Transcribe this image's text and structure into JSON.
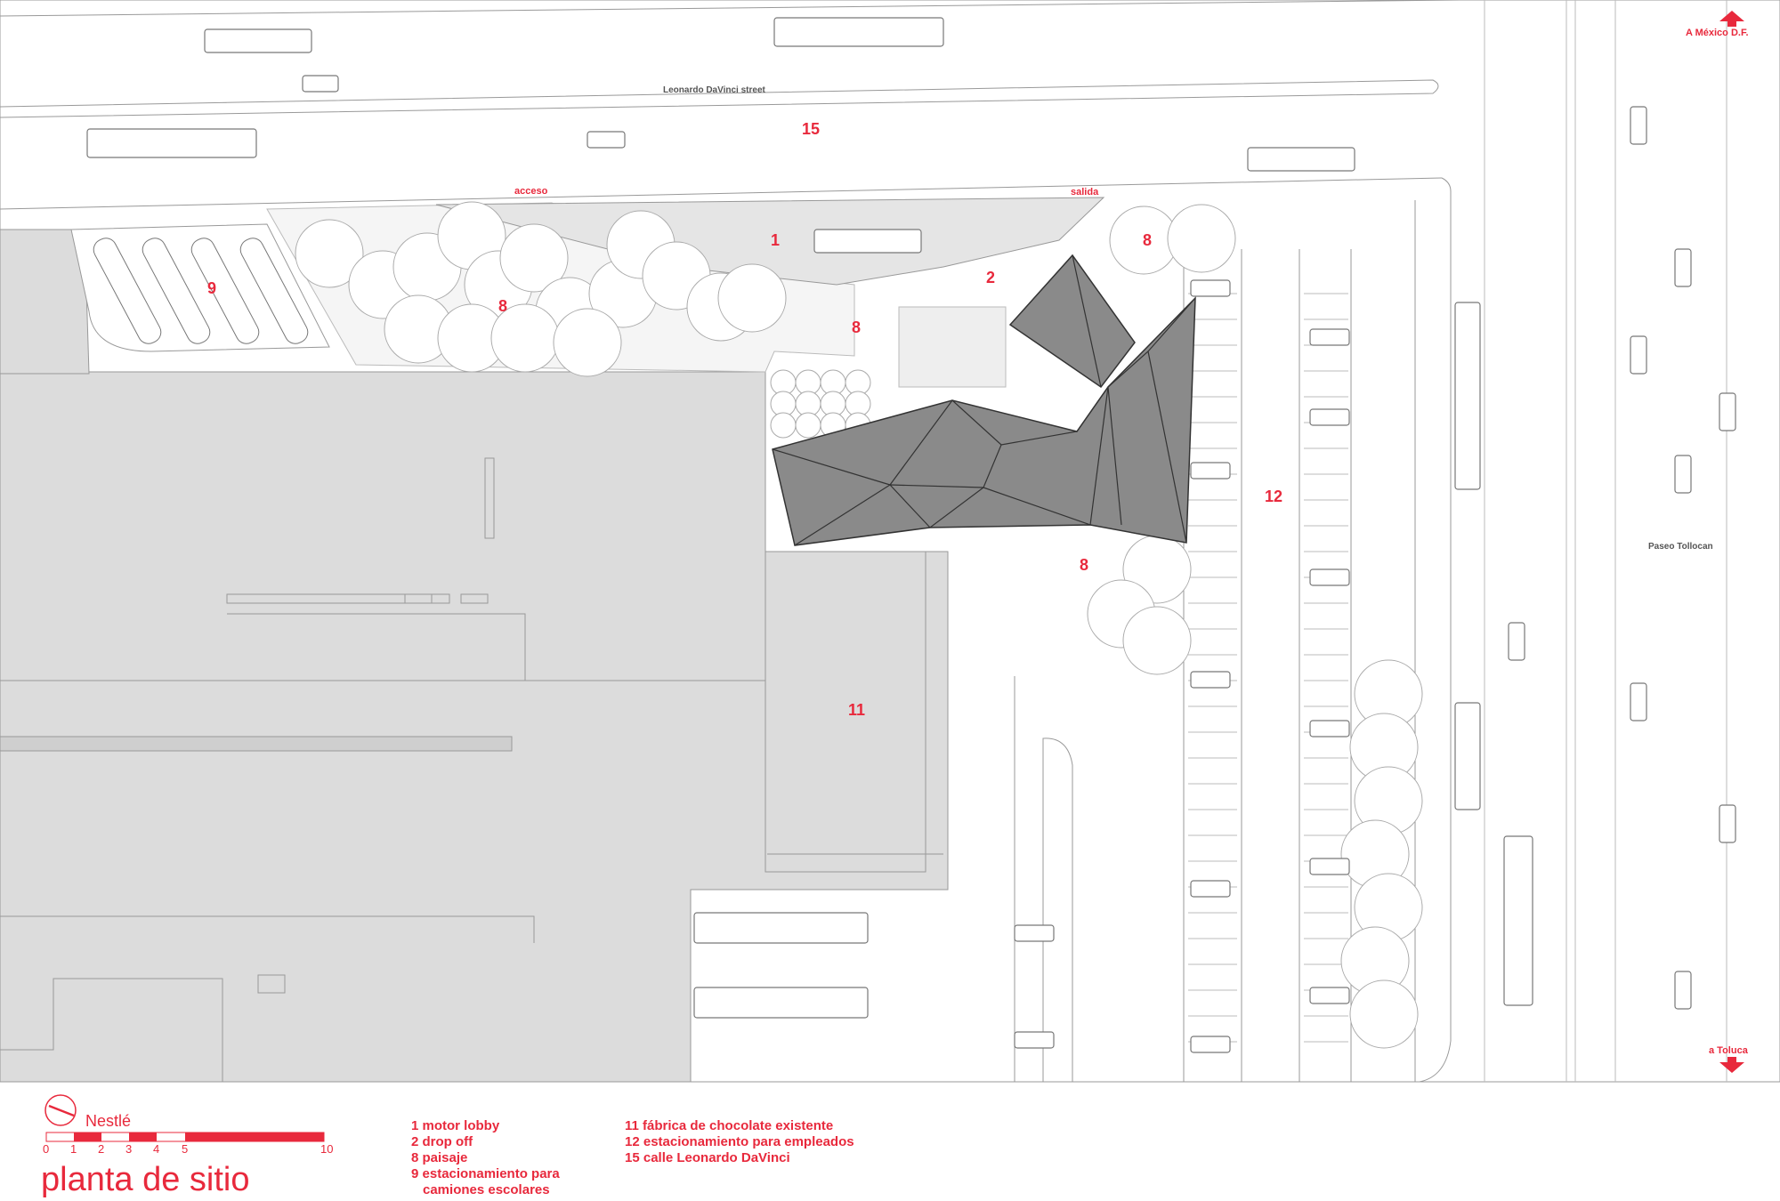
{
  "title": "planta de sitio",
  "client": "Nestlé",
  "colors": {
    "accent": "#e8293c",
    "factory": "#dcdcdc",
    "roof": "#8a8a8a"
  },
  "plan_labels": {
    "street": "Leonardo DaVinci street",
    "highway": "Paseo Tollocan",
    "to_mexico": "A México D.F.",
    "to_toluca": "a Toluca",
    "acceso": "acceso",
    "salida": "salida",
    "zone_15": "15",
    "zone_1": "1",
    "zone_2": "2",
    "zone_8a": "8",
    "zone_8b": "8",
    "zone_8c": "8",
    "zone_8d": "8",
    "zone_9": "9",
    "zone_11": "11",
    "zone_12": "12"
  },
  "scale_bar": {
    "ticks": [
      "0",
      "1",
      "2",
      "3",
      "4",
      "5",
      "10"
    ]
  },
  "legend": {
    "col1": [
      "1 motor lobby",
      "2 drop off",
      "8 paisaje",
      "9 estacionamiento para",
      "camiones escolares"
    ],
    "col2": [
      "11 fábrica de chocolate existente",
      "12 estacionamiento para empleados",
      "15 calle Leonardo DaVinci"
    ]
  }
}
